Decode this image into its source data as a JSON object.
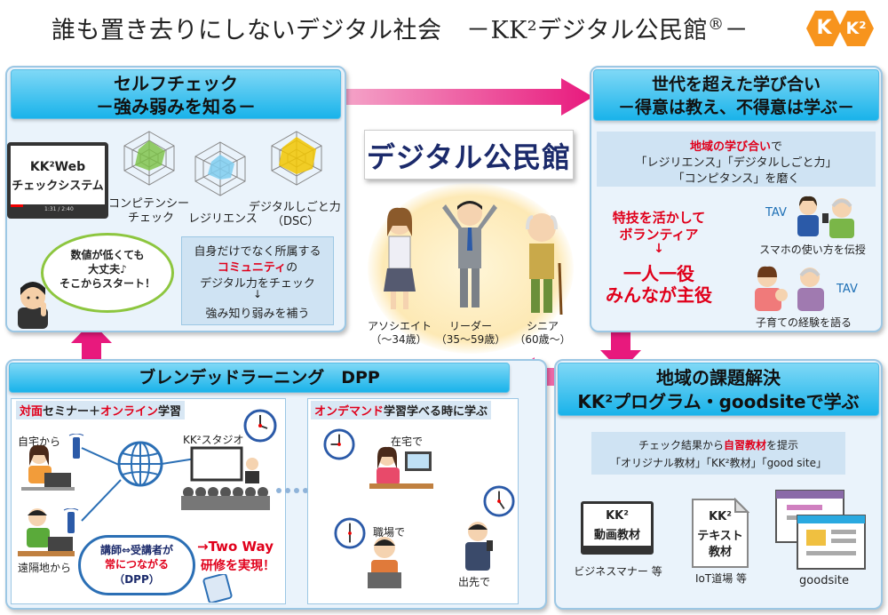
{
  "header": {
    "title": "誰も置き去りにしないデジタル社会　－KK²デジタル公民館",
    "title_mark": "®",
    "title_end": "－",
    "logo_left": "K",
    "logo_right": "K²"
  },
  "center": {
    "title": "デジタル公民館",
    "people": [
      {
        "label1": "アソシエイト",
        "label2": "（～34歳）"
      },
      {
        "label1": "リーダー",
        "label2": "（35～59歳）"
      },
      {
        "label1": "シニア",
        "label2": "（60歳～）"
      }
    ]
  },
  "selfcheck": {
    "title1": "セルフチェック",
    "title2": "－強み弱みを知る－",
    "screen_line1": "KK²Web",
    "screen_line2": "チェックシステム",
    "screen_time": "1:31 / 2:40",
    "radar1_line1": "コンピテンシー",
    "radar1_line2": "チェック",
    "radar2": "レジリエンス",
    "radar3_line1": "デジタルしごと力",
    "radar3_line2": "（DSC）",
    "bubble_line1": "数値が低くても",
    "bubble_line2": "大丈夫♪",
    "bubble_line3": "そこからスタート！",
    "info_line1": "自身だけでなく所属する",
    "info_line2": "コミュニティ",
    "info_line2b": "の",
    "info_line3": "デジタル力をチェック",
    "info_arrow": "↓",
    "info_line4": "強み知り弱みを補う"
  },
  "generation": {
    "title1": "世代を超えた学び合い",
    "title2": "－得意は教え、不得意は学ぶ－",
    "line1a": "地域の学び合い",
    "line1b": "で",
    "line2": "「レジリエンス」「デジタルしごと力」",
    "line3": "「コンピタンス」を磨く",
    "skill1": "特技を活かして",
    "skill2": "ボランティア",
    "skill_arrow": "↓",
    "slogan1": "一人一役",
    "slogan2": "みんなが主役",
    "tav1": "TAV",
    "case1": "スマホの使い方を伝授",
    "tav2": "TAV",
    "case2": "子育ての経験を語る"
  },
  "solution": {
    "title1": "地域の課題解決",
    "title2": "KK²プログラム・goodsiteで学ぶ",
    "line1a": "チェック結果から",
    "line1b": "自習教材",
    "line1c": "を提示",
    "line2": "「オリジナル教材」「KK²教材」「good site」",
    "item1_box1": "KK²",
    "item1_box2": "動画教材",
    "item1_label": "ビジネスマナー 等",
    "item2_box1": "KK²",
    "item2_box2": "テキスト",
    "item2_box3": "教材",
    "item2_label": "IoT道場 等",
    "item3_label": "goodsite"
  },
  "blended": {
    "title": "ブレンデッドラーニング　DPP",
    "left_head_a": "対面",
    "left_head_b": "セミナー＋",
    "left_head_c": "オンライン",
    "left_head_d": "学習",
    "home_label": "自宅から",
    "remote_label": "遠隔地から",
    "studio_label": "KK²スタジオ",
    "bubble_line1": "講師⇔受講者が",
    "bubble_line2a": "常につながる",
    "bubble_line3": "（DPP）",
    "twoway1": "→Two Way",
    "twoway2": "研修を実現！",
    "right_head_a": "オンデマンド",
    "right_head_b": "学習学べる時に学ぶ",
    "home2_label": "在宅で",
    "office_label": "職場で",
    "out_label": "出先で"
  }
}
